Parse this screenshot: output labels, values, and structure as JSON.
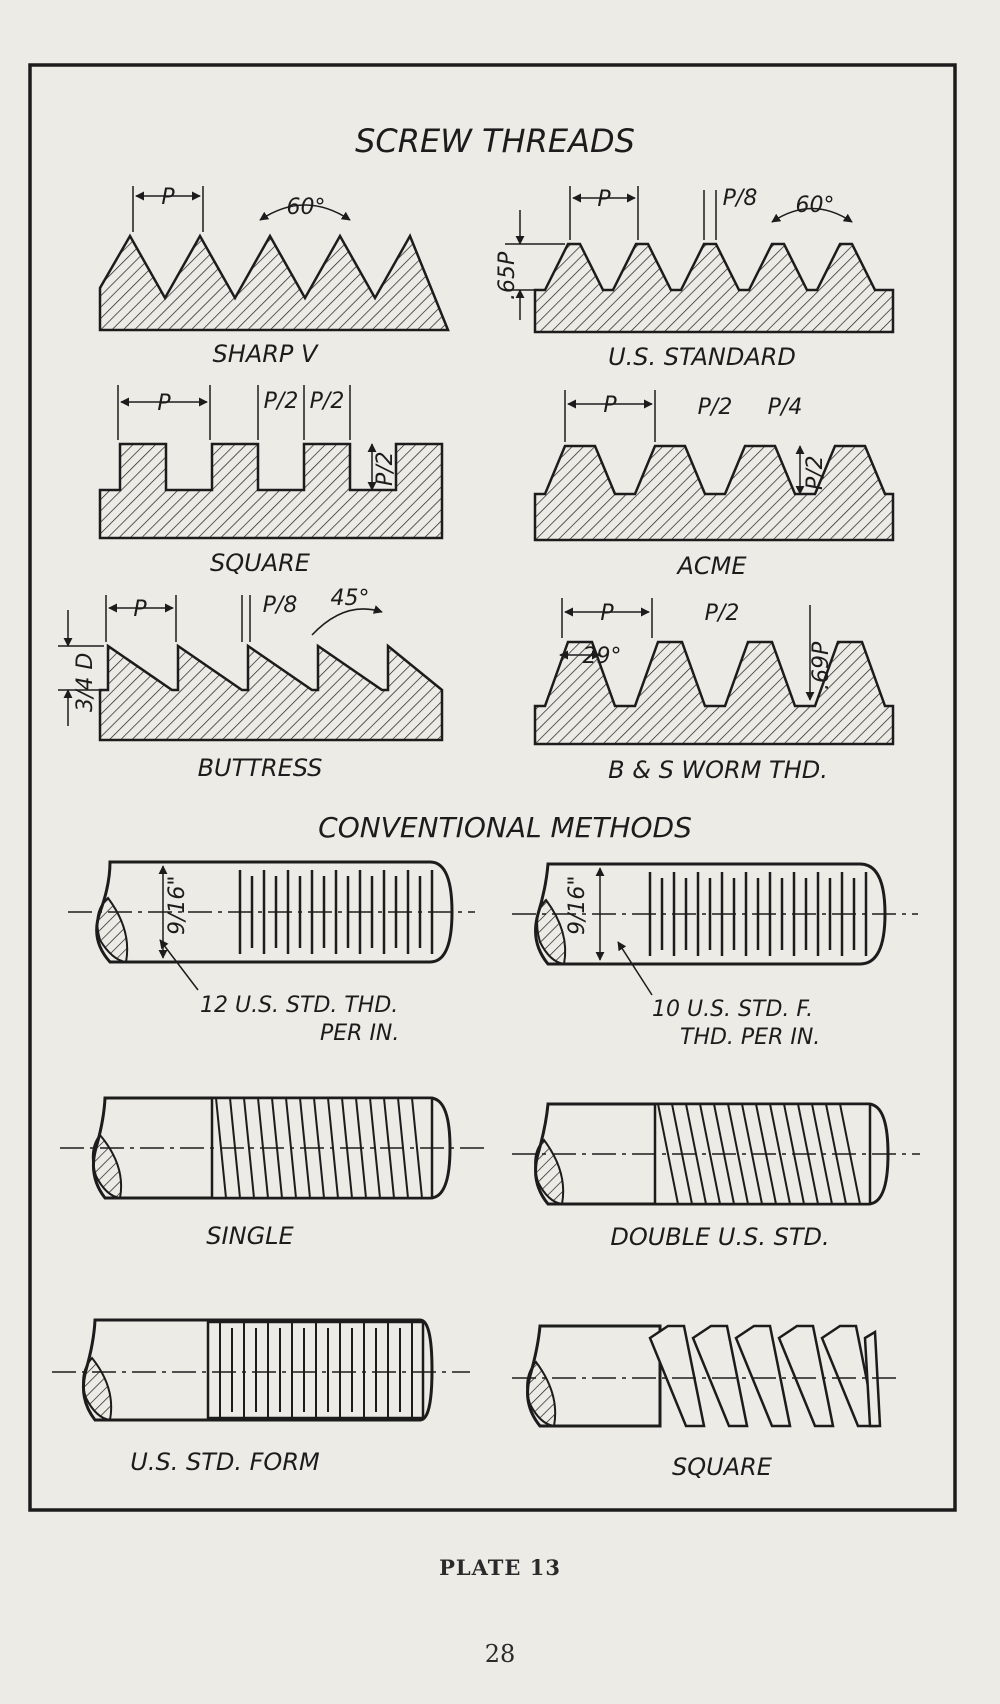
{
  "plate": {
    "title": "SCREW THREADS",
    "section_title": "CONVENTIONAL METHODS",
    "caption": "PLATE 13",
    "page_number": "28"
  },
  "profiles": [
    {
      "name": "SHARP V"
    },
    {
      "name": "U.S. STANDARD"
    },
    {
      "name": "SQUARE"
    },
    {
      "name": "ACME"
    },
    {
      "name": "BUTTRESS"
    },
    {
      "name": "B & S WORM THD."
    }
  ],
  "conventional": [
    {
      "name": "",
      "note_line1": "12 U.S. STD. THD.",
      "note_line2": "PER IN."
    },
    {
      "name": "",
      "note_line1": "10 U.S. STD. F.",
      "note_line2": "THD. PER IN."
    },
    {
      "name": "SINGLE"
    },
    {
      "name": "DOUBLE U.S. STD."
    },
    {
      "name": "U.S. STD. FORM"
    },
    {
      "name": "SQUARE"
    }
  ],
  "dimensions": {
    "pitch": "P",
    "angle_60": "60°",
    "angle_45": "45°",
    "angle_29": "29°",
    "p_over_8": "P/8",
    "p_over_2": "P/2",
    "p_over_4": "P/4",
    "depth_us": ".65P",
    "depth_worm": ".69P",
    "depth_buttress": "3/4 D",
    "diameter": "9/16\""
  },
  "colors": {
    "ink": "#1c1c1c",
    "paper": "#ecebe6"
  }
}
